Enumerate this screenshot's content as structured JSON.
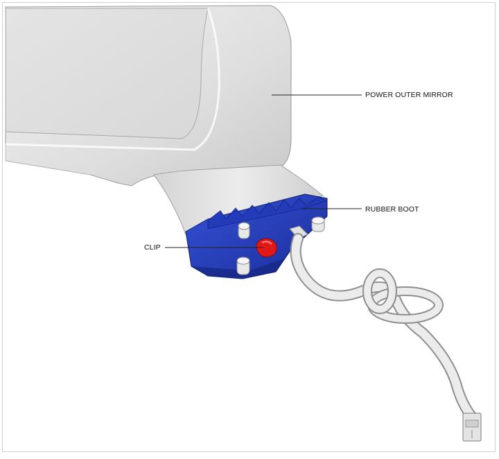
{
  "labels": {
    "power_outer_mirror": "POWER OUTER MIRROR",
    "rubber_boot": "RUBBER BOOT",
    "clip": "CLIP"
  },
  "colors": {
    "mirror_body": "#e6e6e6",
    "mirror_shadow": "#c8c8c8",
    "boot_blue": "#2a47c8",
    "boot_dark": "#18288a",
    "clip_red": "#e01818",
    "harness": "#e9e9e9",
    "leader_line": "#222222"
  }
}
